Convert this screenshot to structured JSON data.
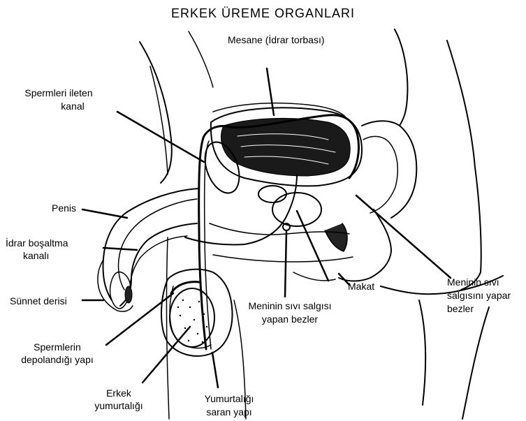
{
  "title": "ERKEK ÜREME ORGANLARI",
  "labels": {
    "mesane": "Mesane (İdrar torbası)",
    "spermleri_ileten_1": "Spermleri ileten",
    "spermleri_ileten_2": "kanal",
    "penis": "Penis",
    "idrar_1": "İdrar boşaltma",
    "idrar_2": "kanalı",
    "sunnet": "Sünnet derisi",
    "depolandigi_1": "Spermlerin",
    "depolandigi_2": "depolandığı yapı",
    "yumurtalik_1": "Erkek",
    "yumurtalik_2": "yumurtalığı",
    "saran_1": "Yumurtalığı",
    "saran_2": "saran yapı",
    "meninin_1": "Meninin sıvı salgısı",
    "meninin_2": "yapan bezler",
    "makat": "Makat",
    "salgi_1": "Meninin sıvı",
    "salgi_2": "salgısını yapar",
    "salgi_3": "bezler"
  },
  "colors": {
    "ink": "#000000",
    "background": "#ffffff"
  }
}
